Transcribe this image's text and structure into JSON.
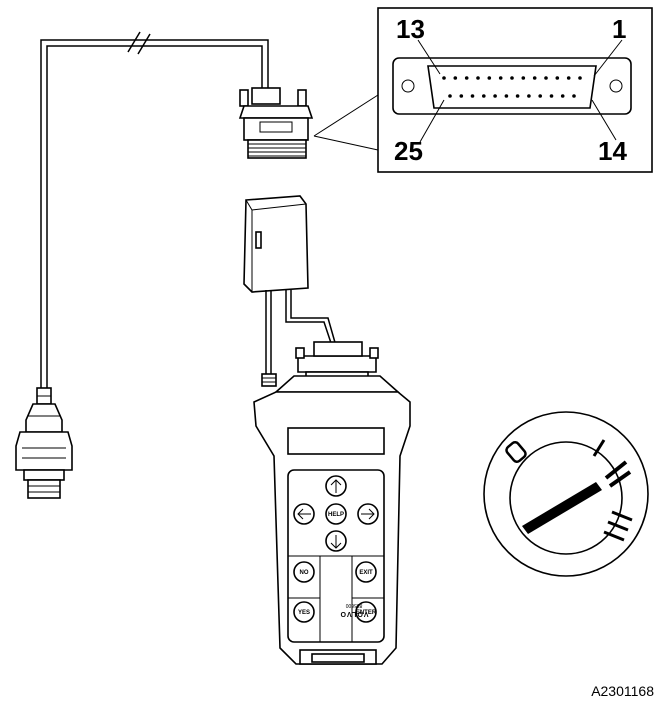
{
  "connector_detail": {
    "pin_top_left": "13",
    "pin_top_right": "1",
    "pin_bottom_left": "25",
    "pin_bottom_right": "14"
  },
  "tester_keys": {
    "center": "HELP",
    "no": "NO",
    "exit": "EXIT",
    "yes": "YES",
    "enter": "ENTER"
  },
  "tester_brand": {
    "name": "VOLVO",
    "model": "885600"
  },
  "figure_id": "A2301168"
}
